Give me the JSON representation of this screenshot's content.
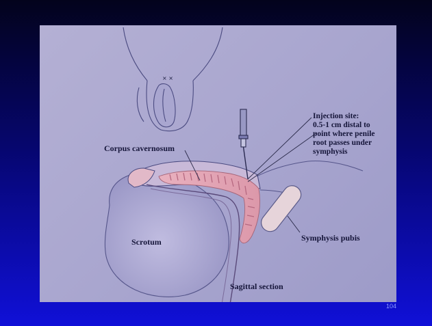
{
  "slide": {
    "labels": {
      "corpus": "Corpus cavernosum",
      "injection_lines": [
        "Injection site:",
        "0.5-1 cm distal to",
        "point where penile",
        "root passes under",
        "symphysis"
      ],
      "symphysis": "Symphysis pubis",
      "scrotum": "Scrotum",
      "section": "Sagittal section"
    },
    "page_number": "104"
  },
  "colors": {
    "background_top": "#03031c",
    "background_bottom": "#1010d8",
    "panel": "#aeabd2",
    "tissue_pink": "#e7a8b8",
    "outline": "#3a3a6a"
  }
}
